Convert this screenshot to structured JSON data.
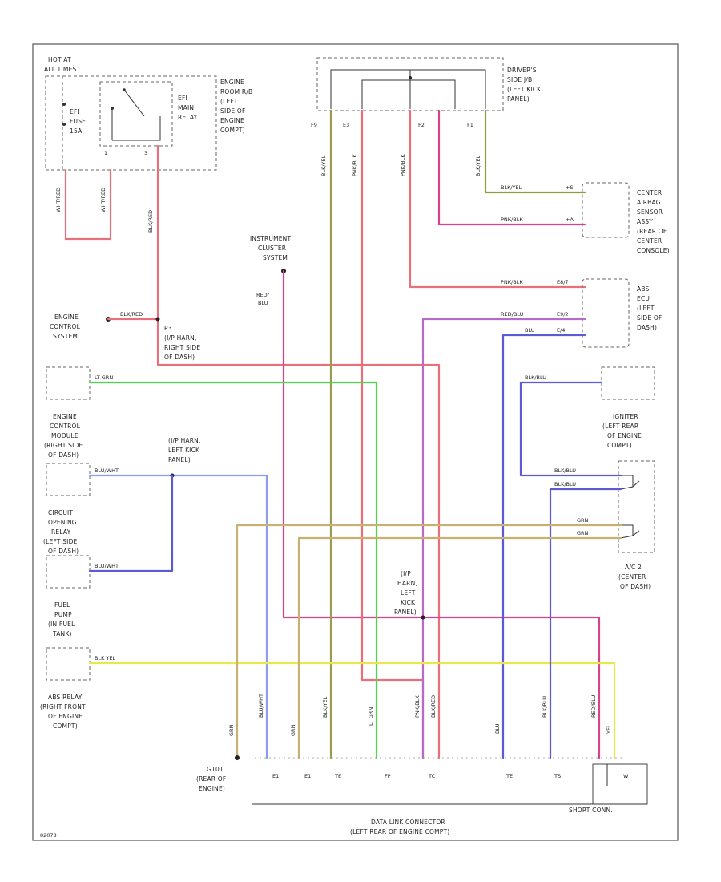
{
  "colors": {
    "red": "#e8707a",
    "pink": "#d8418f",
    "violet": "#b86ac8",
    "blue": "#5d5ad8",
    "lightblue": "#8c9cf0",
    "green": "#4cd44c",
    "yellow": "#e8e84a",
    "tan": "#c8b070",
    "olive": "#9a9a50",
    "olivegreen": "#8aa040"
  },
  "labels": {
    "hot_at_all_times": [
      "HOT AT",
      "ALL TIMES"
    ],
    "efi_fuse": [
      "EFI",
      "FUSE",
      "15A"
    ],
    "efi_main_relay": [
      "EFI",
      "MAIN",
      "RELAY"
    ],
    "engine_room_rb": [
      "ENGINE",
      "ROOM R/B",
      "(LEFT",
      "SIDE OF",
      "ENGINE",
      "COMPT)"
    ],
    "relay_pin_1": "1",
    "relay_pin_3": "3",
    "drivers_side_jb": [
      "DRIVER'S",
      "SIDE J/B",
      "(LEFT KICK",
      "PANEL)"
    ],
    "jb_pins": [
      "F9",
      "E3",
      "F2",
      "F1"
    ],
    "center_airbag": [
      "CENTER",
      "AIRBAG",
      "SENSOR",
      "ASSY",
      "(REAR OF",
      "CENTER",
      "CONSOLE)"
    ],
    "instrument_cluster": [
      "INSTRUMENT",
      "CLUSTER",
      "SYSTEM"
    ],
    "abs_ecu": [
      "ABS",
      "ECU",
      "(LEFT",
      "SIDE OF",
      "DASH)"
    ],
    "engine_control_system": [
      "ENGINE",
      "CONTROL",
      "SYSTEM"
    ],
    "ip_harn_right": [
      "P3",
      "(I/P HARN,",
      "RIGHT SIDE",
      "OF DASH)"
    ],
    "engine_control_module": [
      "ENGINE",
      "CONTROL",
      "MODULE",
      "(RIGHT SIDE",
      "OF DASH)"
    ],
    "igniter": [
      "IGNITER",
      "(LEFT REAR",
      "OF ENGINE",
      "COMPT)"
    ],
    "ip_harn_left_top": [
      "(I/P HARN,",
      "LEFT KICK",
      "PANEL)"
    ],
    "circuit_opening_relay": [
      "CIRCUIT",
      "OPENING",
      "RELAY",
      "(LEFT SIDE",
      "OF DASH)"
    ],
    "ac2": [
      "A/C 2",
      "(CENTER",
      "OF DASH)"
    ],
    "ip_harn_left_mid": [
      "(I/P",
      "HARN,",
      "LEFT",
      "KICK",
      "PANEL)"
    ],
    "fuel_pump": [
      "FUEL",
      "PUMP",
      "(IN FUEL",
      "TANK)"
    ],
    "abs_relay": [
      "ABS RELAY",
      "(RIGHT FRONT",
      "OF ENGINE",
      "COMPT)"
    ],
    "gnd": [
      "G101",
      "(REAR OF",
      "ENGINE)"
    ],
    "dlc": [
      "DATA LINK CONNECTOR",
      "(LEFT REAR OF ENGINE COMPT)"
    ],
    "short_conn": "SHORT CONN.",
    "figure_id": "82078",
    "dlc_pins": [
      "E1",
      "E1",
      "TE",
      "FP",
      "TC",
      "TE",
      "TS",
      "W"
    ]
  },
  "wire_labels": {
    "red_1": "WHT/RED",
    "red_2": "WHT/RED",
    "relay_out": "BLK/RED",
    "blk_red": "BLK/RED",
    "red_blu": [
      "RED/",
      "BLU"
    ],
    "f9": "BLK/YEL",
    "e3": "PNK/BLK",
    "f2": "PNK/BLK",
    "f1": "BLK/YEL",
    "airbag_1": "BLK/YEL",
    "airbag_2": "PNK/BLK",
    "abs_1": "PNK/BLK",
    "abs_2": "RED/BLU",
    "abs_3": "BLU",
    "ecm_wire": "LT GRN",
    "igniter_wire": "BLK/BLU",
    "cor_wire": "BLU/WHT",
    "fp_wire": "BLU/WHT",
    "abs_relay_wire": "BLK YEL",
    "ac2_1": "BLK/BLU",
    "ac2_2": "BLK/BLU",
    "ac2_3": "GRN",
    "ac2_4": "GRN",
    "abs_pins": [
      "E8/7",
      "E9/2",
      "E/4"
    ],
    "airbag_pins": [
      "+S",
      "+A"
    ],
    "dlc_wire_labels": [
      "GRN",
      "BLU/WHT",
      "GRN",
      "BLK/YEL",
      "LT GRN",
      "PNK/BLK",
      "BLK/RED",
      "BLU",
      "BLK/BLU",
      "RED/BLU",
      "YEL"
    ]
  }
}
